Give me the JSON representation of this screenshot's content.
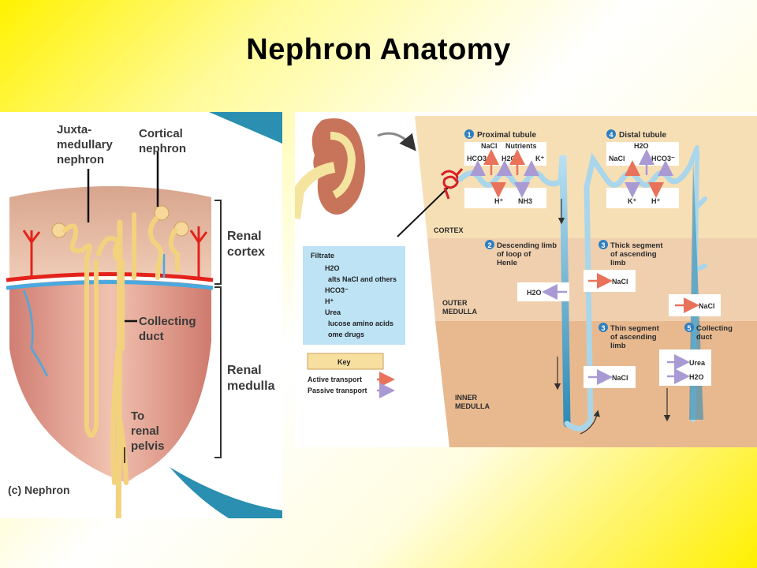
{
  "title": "Nephron Anatomy",
  "left": {
    "juxta": [
      "Juxta-",
      "medullary",
      "nephron"
    ],
    "cortical": [
      "Cortical",
      "nephron"
    ],
    "renal_cortex": [
      "Renal",
      "cortex"
    ],
    "collecting": [
      "Collecting",
      "duct"
    ],
    "renal_medulla": [
      "Renal",
      "medulla"
    ],
    "pelvis": [
      "To",
      "renal",
      "pelvis"
    ],
    "caption": "(c) Nephron"
  },
  "right": {
    "prox_num": "1",
    "prox": "Proximal tubule",
    "prox_top": [
      "NaCl",
      "Nutrients",
      "HCO3⁻",
      "H2O",
      "K⁺"
    ],
    "prox_bot": [
      "H⁺",
      "NH3"
    ],
    "dist_num": "4",
    "dist": "Distal tubule",
    "dist_top": [
      "H2O",
      "NaCl",
      "HCO3⁻"
    ],
    "dist_bot": [
      "K⁺",
      "H⁺"
    ],
    "cortex": "CORTEX",
    "desc_num": "2",
    "desc": [
      "Descending limb",
      "of loop of",
      "Henle"
    ],
    "thick_num": "3",
    "thick": [
      "Thick segment",
      "of ascending",
      "limb"
    ],
    "thin_num": "3",
    "thin": [
      "Thin segment",
      "of ascending",
      "limb"
    ],
    "coll_num": "5",
    "coll": [
      "Collecting",
      "duct"
    ],
    "outer": [
      "OUTER",
      "MEDULLA"
    ],
    "inner": [
      "INNER",
      "MEDULLA"
    ],
    "h2o": "H2O",
    "nacl": "NaCl",
    "urea": "Urea",
    "filtrate_title": "Filtrate",
    "filtrate": [
      "H2O",
      "alts  NaCl and others",
      "HCO3⁻",
      "H⁺",
      "Urea",
      "lucose  amino acids",
      "ome drugs"
    ],
    "key_title": "Key",
    "active": "Active transport",
    "passive": "Passive transport",
    "colors": {
      "active": "#e8735a",
      "passive": "#a99ad4",
      "tubule": "#a9d6ea",
      "cortex_bg": "#f7dfb5",
      "outer_bg": "#f0cfae",
      "inner_bg": "#e8b98f"
    }
  }
}
